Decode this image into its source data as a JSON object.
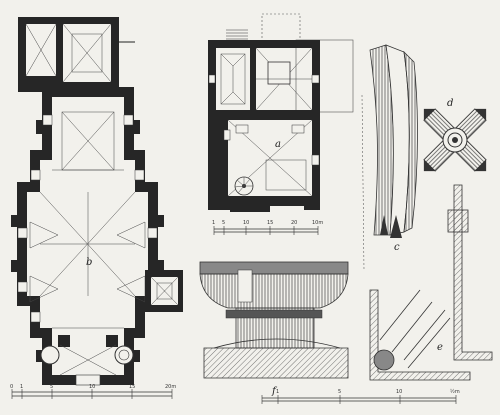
{
  "figure_labels": {
    "a": "a",
    "b": "b",
    "c": "c",
    "d": "d",
    "e": "e",
    "f": "f"
  },
  "scales": {
    "scale_b": [
      "0",
      "1",
      "5",
      "10",
      "15",
      "20m"
    ],
    "scale_a": [
      "1",
      "5",
      "10",
      "15",
      "20",
      "10m"
    ],
    "scale_f": [
      "1",
      "5",
      "10",
      "½m"
    ]
  }
}
